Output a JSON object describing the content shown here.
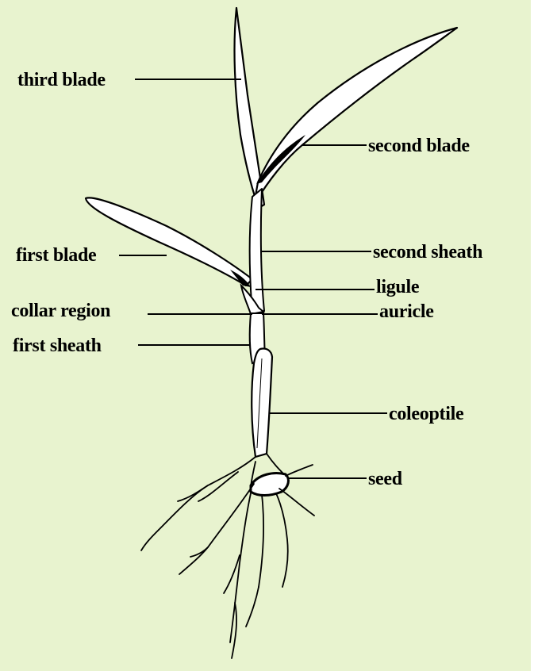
{
  "diagram": {
    "labels": {
      "third_blade": "third blade",
      "second_blade": "second blade",
      "first_blade": "first blade",
      "second_sheath": "second sheath",
      "ligule": "ligule",
      "collar_region": "collar region",
      "auricle": "auricle",
      "first_sheath": "first sheath",
      "coleoptile": "coleoptile",
      "seed": "seed"
    },
    "colors": {
      "background": "#e8f3cf",
      "plant_fill": "#ffffff",
      "ink": "#000000"
    }
  }
}
